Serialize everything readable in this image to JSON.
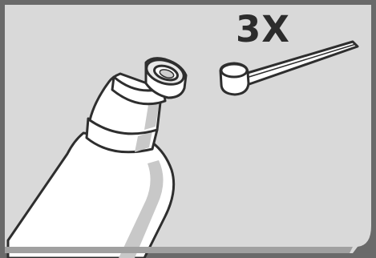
{
  "illustration": {
    "multiplier_label": "3X",
    "colors": {
      "background": "#d9d9d9",
      "frame": "#6a6a6a",
      "outline": "#2e2e2e",
      "bottle_fill": "#ffffff",
      "bottle_shade": "#c8c8c8",
      "text": "#2c2c2c"
    },
    "objects": [
      "bottle",
      "measuring-scoop"
    ]
  }
}
